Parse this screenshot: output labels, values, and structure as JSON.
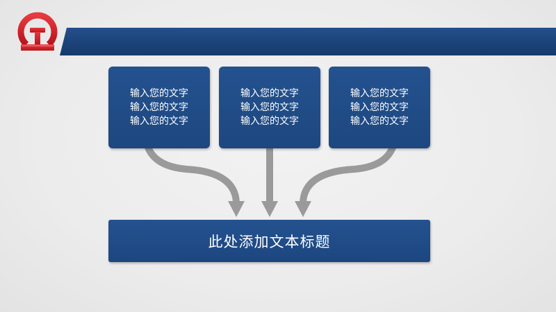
{
  "header": {
    "logo_icon": "railway-logo-icon",
    "bar_color": "#1c4379"
  },
  "boxes": [
    {
      "lines": [
        "输入您的文字",
        "输入您的文字",
        "输入您的文字"
      ]
    },
    {
      "lines": [
        "输入您的文字",
        "输入您的文字",
        "输入您的文字"
      ]
    },
    {
      "lines": [
        "输入您的文字",
        "输入您的文字",
        "输入您的文字"
      ]
    }
  ],
  "title_box": {
    "label": "此处添加文本标题"
  },
  "colors": {
    "box_fill": "#1f4a84",
    "arrow": "#9a9a9a",
    "logo_red": "#d1202a"
  }
}
